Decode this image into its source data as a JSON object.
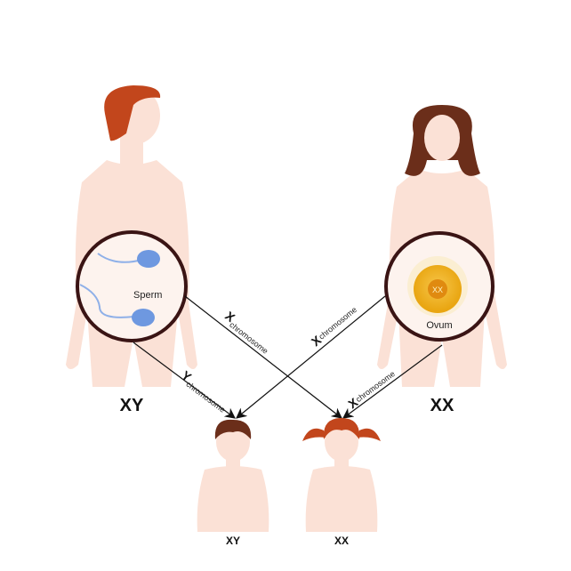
{
  "parents": {
    "father": {
      "genotype": "XY",
      "cell_label": "Sperm"
    },
    "mother": {
      "genotype": "XX",
      "cell_label": "Ovum",
      "cell_chromosomes": "XX"
    }
  },
  "arrows": [
    {
      "letter": "X",
      "word": "chromosome"
    },
    {
      "letter": "Y",
      "word": "chromosome"
    },
    {
      "letter": "X",
      "word": "chromosome"
    },
    {
      "letter": "X",
      "word": "chromosome"
    }
  ],
  "children": {
    "boy": {
      "genotype": "XY"
    },
    "girl": {
      "genotype": "XX"
    }
  },
  "colors": {
    "skin": "#fbe1d6",
    "male_hair": "#c2461c",
    "female_hair": "#6b2e1a",
    "circle_border": "#3a1414",
    "ovum": "#f0b020",
    "sperm": "#5a86d8"
  }
}
